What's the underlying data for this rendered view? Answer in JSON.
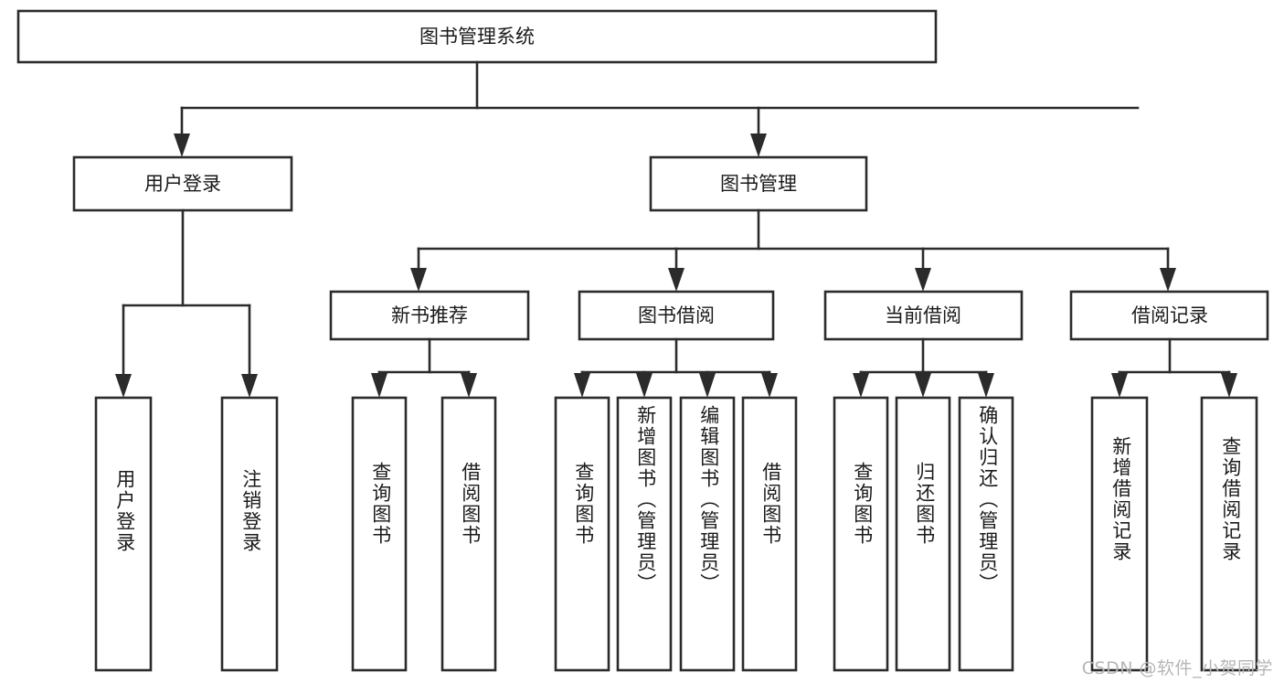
{
  "diagram": {
    "title_node": {
      "label": "图书管理系统"
    },
    "level2": [
      {
        "id": "user-login",
        "label": "用户登录"
      },
      {
        "id": "book-manage",
        "label": "图书管理"
      }
    ],
    "level3": [
      {
        "id": "new-book-recommend",
        "label": "新书推荐"
      },
      {
        "id": "book-borrow",
        "label": "图书借阅"
      },
      {
        "id": "current-borrow",
        "label": "当前借阅"
      },
      {
        "id": "borrow-record",
        "label": "借阅记录"
      }
    ],
    "leaves": {
      "user_login": [
        {
          "id": "leaf-user-login",
          "label": "用户登录",
          "align": "bottom"
        },
        {
          "id": "leaf-logout-login",
          "label": "注销登录",
          "align": "bottom"
        }
      ],
      "new_book_recommend": [
        {
          "id": "leaf-query-book-1",
          "label": "查询图书",
          "align": "middle"
        },
        {
          "id": "leaf-borrow-book-1",
          "label": "借阅图书",
          "align": "middle"
        }
      ],
      "book_borrow": [
        {
          "id": "leaf-query-book-2",
          "label": "查询图书",
          "align": "middle"
        },
        {
          "id": "leaf-add-book",
          "label": "新增图书（管理员）",
          "align": "top"
        },
        {
          "id": "leaf-edit-book",
          "label": "编辑图书（管理员）",
          "align": "top"
        },
        {
          "id": "leaf-borrow-book-2",
          "label": "借阅图书",
          "align": "middle"
        }
      ],
      "current_borrow": [
        {
          "id": "leaf-query-book-3",
          "label": "查询图书",
          "align": "middle"
        },
        {
          "id": "leaf-return-book",
          "label": "归还图书",
          "align": "middle"
        },
        {
          "id": "leaf-confirm-return",
          "label": "确认归还（管理员）",
          "align": "top"
        }
      ],
      "borrow_record": [
        {
          "id": "leaf-add-record",
          "label": "新增借阅记录",
          "align": "middle"
        },
        {
          "id": "leaf-query-record",
          "label": "查询借阅记录",
          "align": "middle"
        }
      ]
    },
    "colors": {
      "stroke": "#2b2b2b",
      "fill": "#ffffff",
      "text": "#1a1a1a",
      "watermark": "#b6b6b6"
    }
  },
  "watermark": {
    "text": "CSDN @软件_小贺同学"
  }
}
